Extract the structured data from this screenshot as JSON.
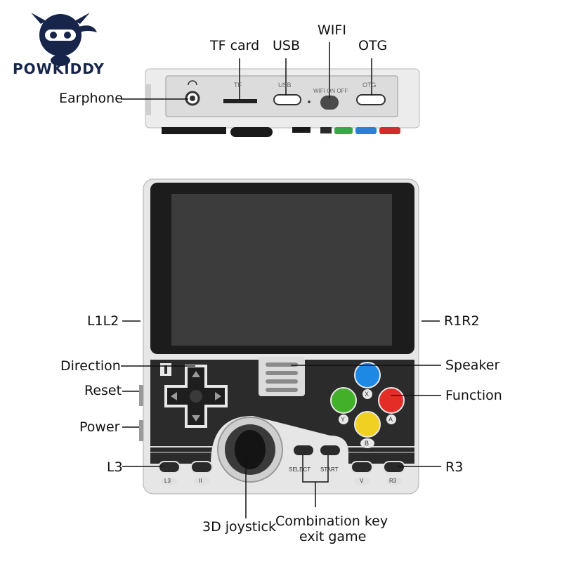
{
  "brand": {
    "name": "POWKIDDY"
  },
  "top_view": {
    "labels": {
      "earphone": "Earphone",
      "tf_card": "TF card",
      "usb": "USB",
      "wifi": "WIFI",
      "otg": "OTG"
    },
    "engraved": {
      "tf": "TF",
      "usb": "USB",
      "wifi": "WIFI ON OFF",
      "otg": "OTG"
    }
  },
  "front_view": {
    "labels": {
      "l1l2": "L1L2",
      "r1r2": "R1R2",
      "direction": "Direction",
      "speaker": "Speaker",
      "reset": "Reset",
      "function": "Function",
      "power": "Power",
      "l3": "L3",
      "r3": "R3",
      "joystick": "3D joystick",
      "combo_line1": "Combination key",
      "combo_line2": "exit game"
    },
    "buttons": {
      "x": "X",
      "y": "Y",
      "a": "A",
      "b": "B",
      "select": "SELECT",
      "start": "START",
      "l3": "L3",
      "ii": "II",
      "v": "V",
      "r3": "R3"
    },
    "colors": {
      "x": "#1e88e5",
      "y": "#43b02a",
      "a": "#f0d020",
      "function_red": "#e52d27",
      "body": "#e4e4e4",
      "panel": "#2a2a2a"
    }
  }
}
